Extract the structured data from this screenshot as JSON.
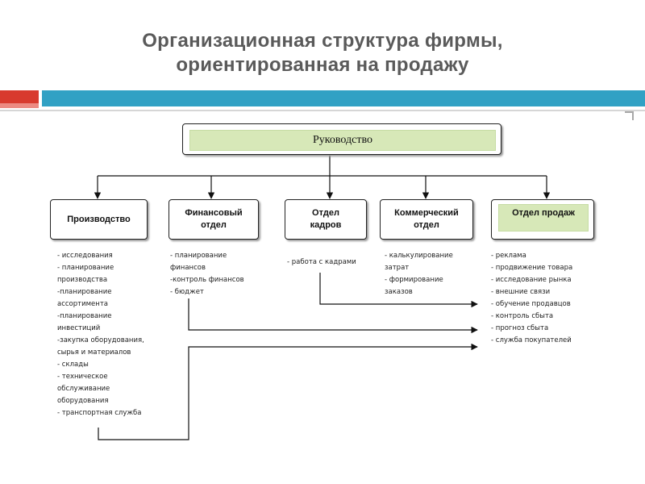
{
  "header": {
    "title_line1": "Организационная структура фирмы,",
    "title_line2": "ориентированная на продажу"
  },
  "colors": {
    "accent_red": "#d83a2e",
    "accent_blue": "#31a1c4",
    "label_green": "#d7e8b8",
    "title": "#5a5a5a"
  },
  "diagram": {
    "root": {
      "label": "Руководство"
    },
    "departments": [
      {
        "id": "production",
        "label": "Производство",
        "items": [
          "- исследования",
          "- планирование",
          "производства",
          "-планирование",
          "ассортимента",
          "-планирование",
          "инвестиций",
          "-закупка оборудования,",
          "сырья и материалов",
          "- склады",
          "- техническое",
          "обслуживание",
          "оборудования",
          "- транспортная служба"
        ]
      },
      {
        "id": "finance",
        "label": "Финансовый отдел",
        "items": [
          "- планирование",
          "финансов",
          "-контроль  финансов",
          "- бюджет"
        ]
      },
      {
        "id": "hr",
        "label": "Отдел кадров",
        "items": [
          "- работа с кадрами"
        ]
      },
      {
        "id": "commercial",
        "label": "Коммерческий отдел",
        "items": [
          "- калькулирование",
          "затрат",
          "- формирование",
          "заказов"
        ]
      },
      {
        "id": "sales",
        "label": "Отдел продаж",
        "items": [
          "- реклама",
          "- продвижение товара",
          "- исследование рынка",
          "- внешние связи",
          "-  обучение продавцов",
          "- контроль сбыта",
          "- прогноз сбыта",
          "-   служба покупателей"
        ]
      }
    ]
  }
}
